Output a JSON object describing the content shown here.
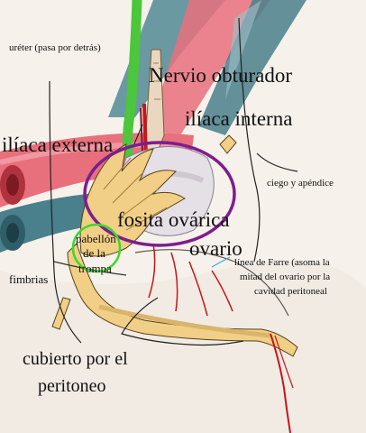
{
  "labels": {
    "ureter": "uréter (pasa por detrás)",
    "nervio_obturador": "Nervio obturador",
    "iliaca_interna": "ilíaca interna",
    "iliaca_externa": "ilíaca externa",
    "ciego": "ciego y apéndice",
    "fosita_ovarica": "fosita ovárica",
    "pabellon_1": "pabellón",
    "pabellon_2": "de la",
    "pabellon_3": "trompa",
    "ovario": "ovario",
    "fimbrias": "fimbrias",
    "farre_1": "línea de Farre (asoma la",
    "farre_2": "mitad del ovario por la",
    "farre_3": "cavidad peritoneal",
    "peritoneo_1": "cubierto por el",
    "peritoneo_2": "peritoneo"
  },
  "colors": {
    "artery": "#e8707c",
    "vein": "#4a7f8c",
    "ureter": "#4cc63a",
    "nerve": "#e9d7c0",
    "tube": "#f1cf86",
    "ovary": "#e5dfe6",
    "vessel_red": "#c8141b",
    "highlight_purple": "#7d1e8e",
    "highlight_green": "#3ed82a"
  }
}
